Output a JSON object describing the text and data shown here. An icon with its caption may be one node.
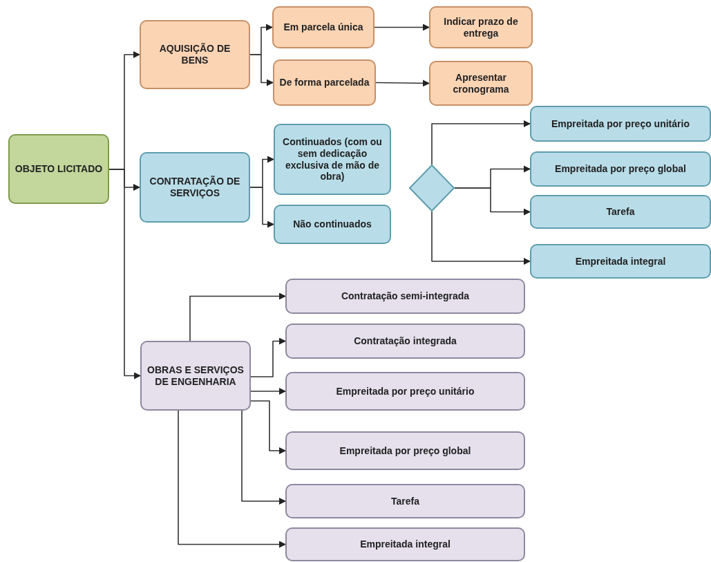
{
  "diagram": {
    "nodes": [
      {
        "text": [
          "OBJETO LICITADO"
        ]
      },
      {
        "text": [
          "AQUISIÇÃO DE BENS"
        ]
      },
      {
        "text": [
          "Em parcela única"
        ]
      },
      {
        "text": [
          "De forma parcelada"
        ]
      },
      {
        "text": [
          "Indicar prazo de entrega"
        ]
      },
      {
        "text": [
          "Apresentar cronograma"
        ]
      },
      {
        "text": [
          "CONTRATAÇÃO DE SERVIÇOS"
        ]
      },
      {
        "text": [
          "Continuados (com ou sem dedicação exclusiva de mão de obra)"
        ]
      },
      {
        "text": [
          "Não continuados"
        ]
      },
      {
        "text": [],
        "shape": "diamond"
      },
      {
        "text": [
          "Empreitada por preço unitário"
        ]
      },
      {
        "text": [
          "Empreitada por preço global"
        ]
      },
      {
        "text": [
          "Tarefa"
        ]
      },
      {
        "text": [
          "Empreitada integral"
        ]
      },
      {
        "text": [
          "OBRAS E SERVIÇOS DE ENGENHARIA"
        ]
      },
      {
        "text": [
          "Contratação semi-integrada"
        ]
      },
      {
        "text": [
          "Contratação integrada"
        ]
      },
      {
        "text": [
          "Empreitada por preço unitário"
        ]
      },
      {
        "text": [
          "Empreitada por preço global"
        ]
      },
      {
        "text": [
          "Tarefa"
        ]
      },
      {
        "text": [
          "Empreitada integral"
        ]
      }
    ],
    "edges": [
      {
        "from": 0,
        "to": 1,
        "arrow": "to"
      },
      {
        "from": 0,
        "to": 6,
        "arrow": "to"
      },
      {
        "from": 0,
        "to": 14,
        "arrow": "to"
      },
      {
        "from": 1,
        "to": 2,
        "arrow": "to"
      },
      {
        "from": 1,
        "to": 3,
        "arrow": "to"
      },
      {
        "from": 2,
        "to": 4,
        "arrow": "to"
      },
      {
        "from": 3,
        "to": 5,
        "arrow": "to"
      },
      {
        "from": 6,
        "to": 7,
        "arrow": "to"
      },
      {
        "from": 6,
        "to": 8,
        "arrow": "to"
      },
      {
        "from": 9,
        "to": 10,
        "arrow": "to"
      },
      {
        "from": 9,
        "to": 11,
        "arrow": "to"
      },
      {
        "from": 9,
        "to": 12,
        "arrow": "to"
      },
      {
        "from": 9,
        "to": 13,
        "arrow": "to"
      },
      {
        "from": 14,
        "to": 15,
        "arrow": "to"
      },
      {
        "from": 14,
        "to": 16,
        "arrow": "to"
      },
      {
        "from": 14,
        "to": 17,
        "arrow": "to"
      },
      {
        "from": 14,
        "to": 18,
        "arrow": "to"
      },
      {
        "from": 14,
        "to": 19,
        "arrow": "to"
      },
      {
        "from": 14,
        "to": 20,
        "arrow": "to"
      }
    ]
  }
}
